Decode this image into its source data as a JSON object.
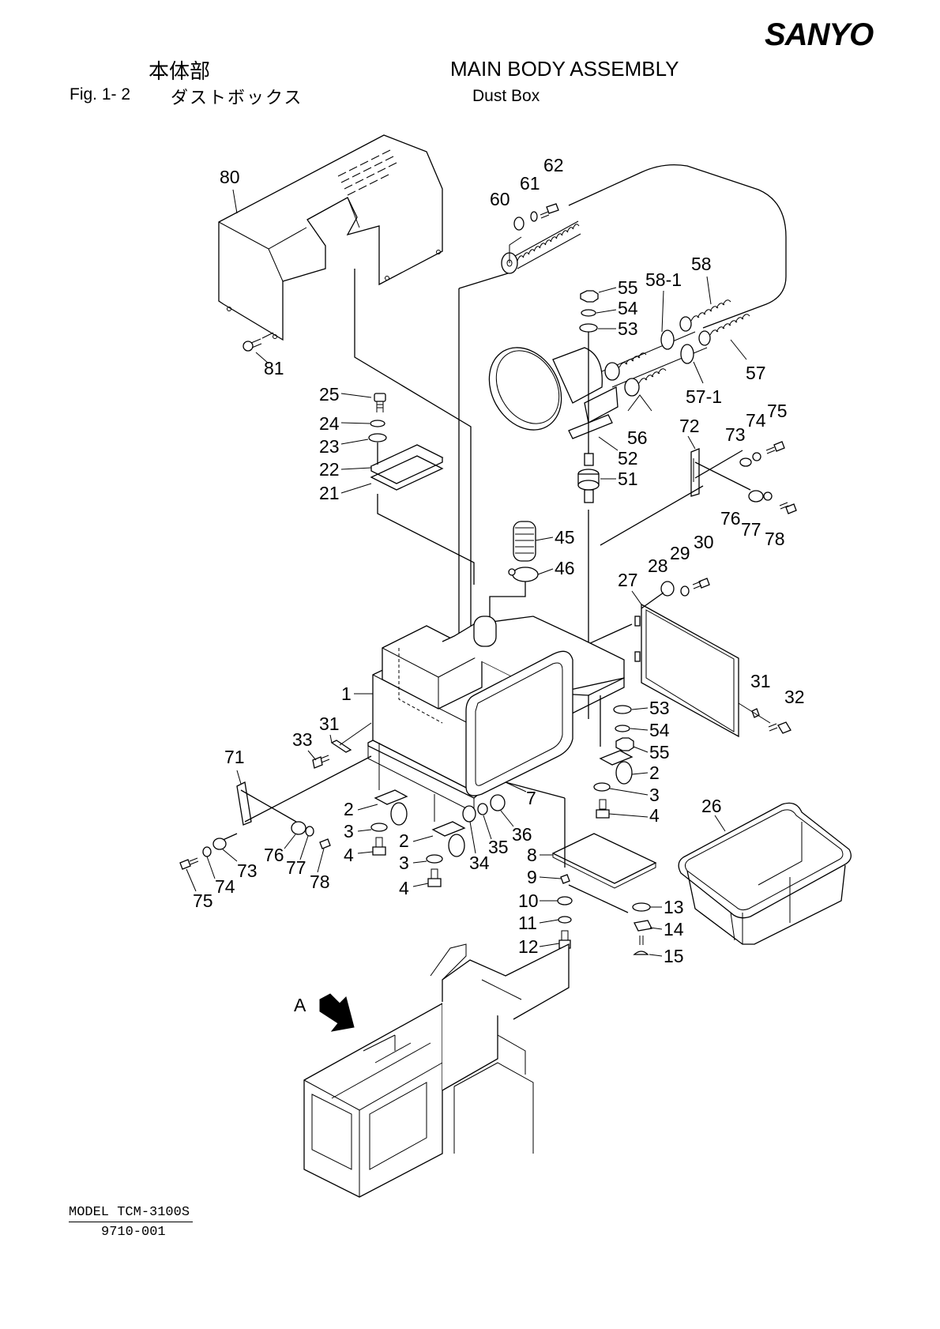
{
  "header": {
    "brand": "SANYO",
    "title_jp": "本体部",
    "title_en": "MAIN BODY ASSEMBLY",
    "figure_number": "Fig.  1- 2",
    "subtitle_jp": "ダストボックス",
    "subtitle_en": "Dust Box"
  },
  "footer": {
    "model": "MODEL TCM-3100S",
    "document_number": "9710-001"
  },
  "diagram": {
    "view_label": "A",
    "callouts": [
      {
        "id": "c80",
        "label": "80"
      },
      {
        "id": "c81",
        "label": "81"
      },
      {
        "id": "c60",
        "label": "60"
      },
      {
        "id": "c61",
        "label": "61"
      },
      {
        "id": "c62",
        "label": "62"
      },
      {
        "id": "c55a",
        "label": "55"
      },
      {
        "id": "c54a",
        "label": "54"
      },
      {
        "id": "c53a",
        "label": "53"
      },
      {
        "id": "c58-1",
        "label": "58-1"
      },
      {
        "id": "c58",
        "label": "58"
      },
      {
        "id": "c57",
        "label": "57"
      },
      {
        "id": "c57-1",
        "label": "57-1"
      },
      {
        "id": "c56",
        "label": "56"
      },
      {
        "id": "c52",
        "label": "52"
      },
      {
        "id": "c51",
        "label": "51"
      },
      {
        "id": "c25",
        "label": "25"
      },
      {
        "id": "c24",
        "label": "24"
      },
      {
        "id": "c23",
        "label": "23"
      },
      {
        "id": "c22",
        "label": "22"
      },
      {
        "id": "c21",
        "label": "21"
      },
      {
        "id": "c72",
        "label": "72"
      },
      {
        "id": "c73a",
        "label": "73"
      },
      {
        "id": "c74a",
        "label": "74"
      },
      {
        "id": "c75a",
        "label": "75"
      },
      {
        "id": "c76a",
        "label": "76"
      },
      {
        "id": "c77a",
        "label": "77"
      },
      {
        "id": "c78a",
        "label": "78"
      },
      {
        "id": "c45",
        "label": "45"
      },
      {
        "id": "c46",
        "label": "46"
      },
      {
        "id": "c27",
        "label": "27"
      },
      {
        "id": "c28",
        "label": "28"
      },
      {
        "id": "c29",
        "label": "29"
      },
      {
        "id": "c30",
        "label": "30"
      },
      {
        "id": "c1",
        "label": "1"
      },
      {
        "id": "c31a",
        "label": "31"
      },
      {
        "id": "c32",
        "label": "32"
      },
      {
        "id": "c53b",
        "label": "53"
      },
      {
        "id": "c54b",
        "label": "54"
      },
      {
        "id": "c55b",
        "label": "55"
      },
      {
        "id": "c2c",
        "label": "2"
      },
      {
        "id": "c3c",
        "label": "3"
      },
      {
        "id": "c4c",
        "label": "4"
      },
      {
        "id": "c33",
        "label": "33"
      },
      {
        "id": "c31b",
        "label": "31"
      },
      {
        "id": "c71",
        "label": "71"
      },
      {
        "id": "c2a",
        "label": "2"
      },
      {
        "id": "c3a",
        "label": "3"
      },
      {
        "id": "c4a",
        "label": "4"
      },
      {
        "id": "c2b",
        "label": "2"
      },
      {
        "id": "c3b",
        "label": "3"
      },
      {
        "id": "c4b",
        "label": "4"
      },
      {
        "id": "c7",
        "label": "7"
      },
      {
        "id": "c36",
        "label": "36"
      },
      {
        "id": "c35",
        "label": "35"
      },
      {
        "id": "c34",
        "label": "34"
      },
      {
        "id": "c76b",
        "label": "76"
      },
      {
        "id": "c77b",
        "label": "77"
      },
      {
        "id": "c78b",
        "label": "78"
      },
      {
        "id": "c73b",
        "label": "73"
      },
      {
        "id": "c74b",
        "label": "74"
      },
      {
        "id": "c75b",
        "label": "75"
      },
      {
        "id": "c26",
        "label": "26"
      },
      {
        "id": "c8",
        "label": "8"
      },
      {
        "id": "c9",
        "label": "9"
      },
      {
        "id": "c10",
        "label": "10"
      },
      {
        "id": "c11",
        "label": "11"
      },
      {
        "id": "c12",
        "label": "12"
      },
      {
        "id": "c13",
        "label": "13"
      },
      {
        "id": "c14",
        "label": "14"
      },
      {
        "id": "c15",
        "label": "15"
      }
    ]
  }
}
